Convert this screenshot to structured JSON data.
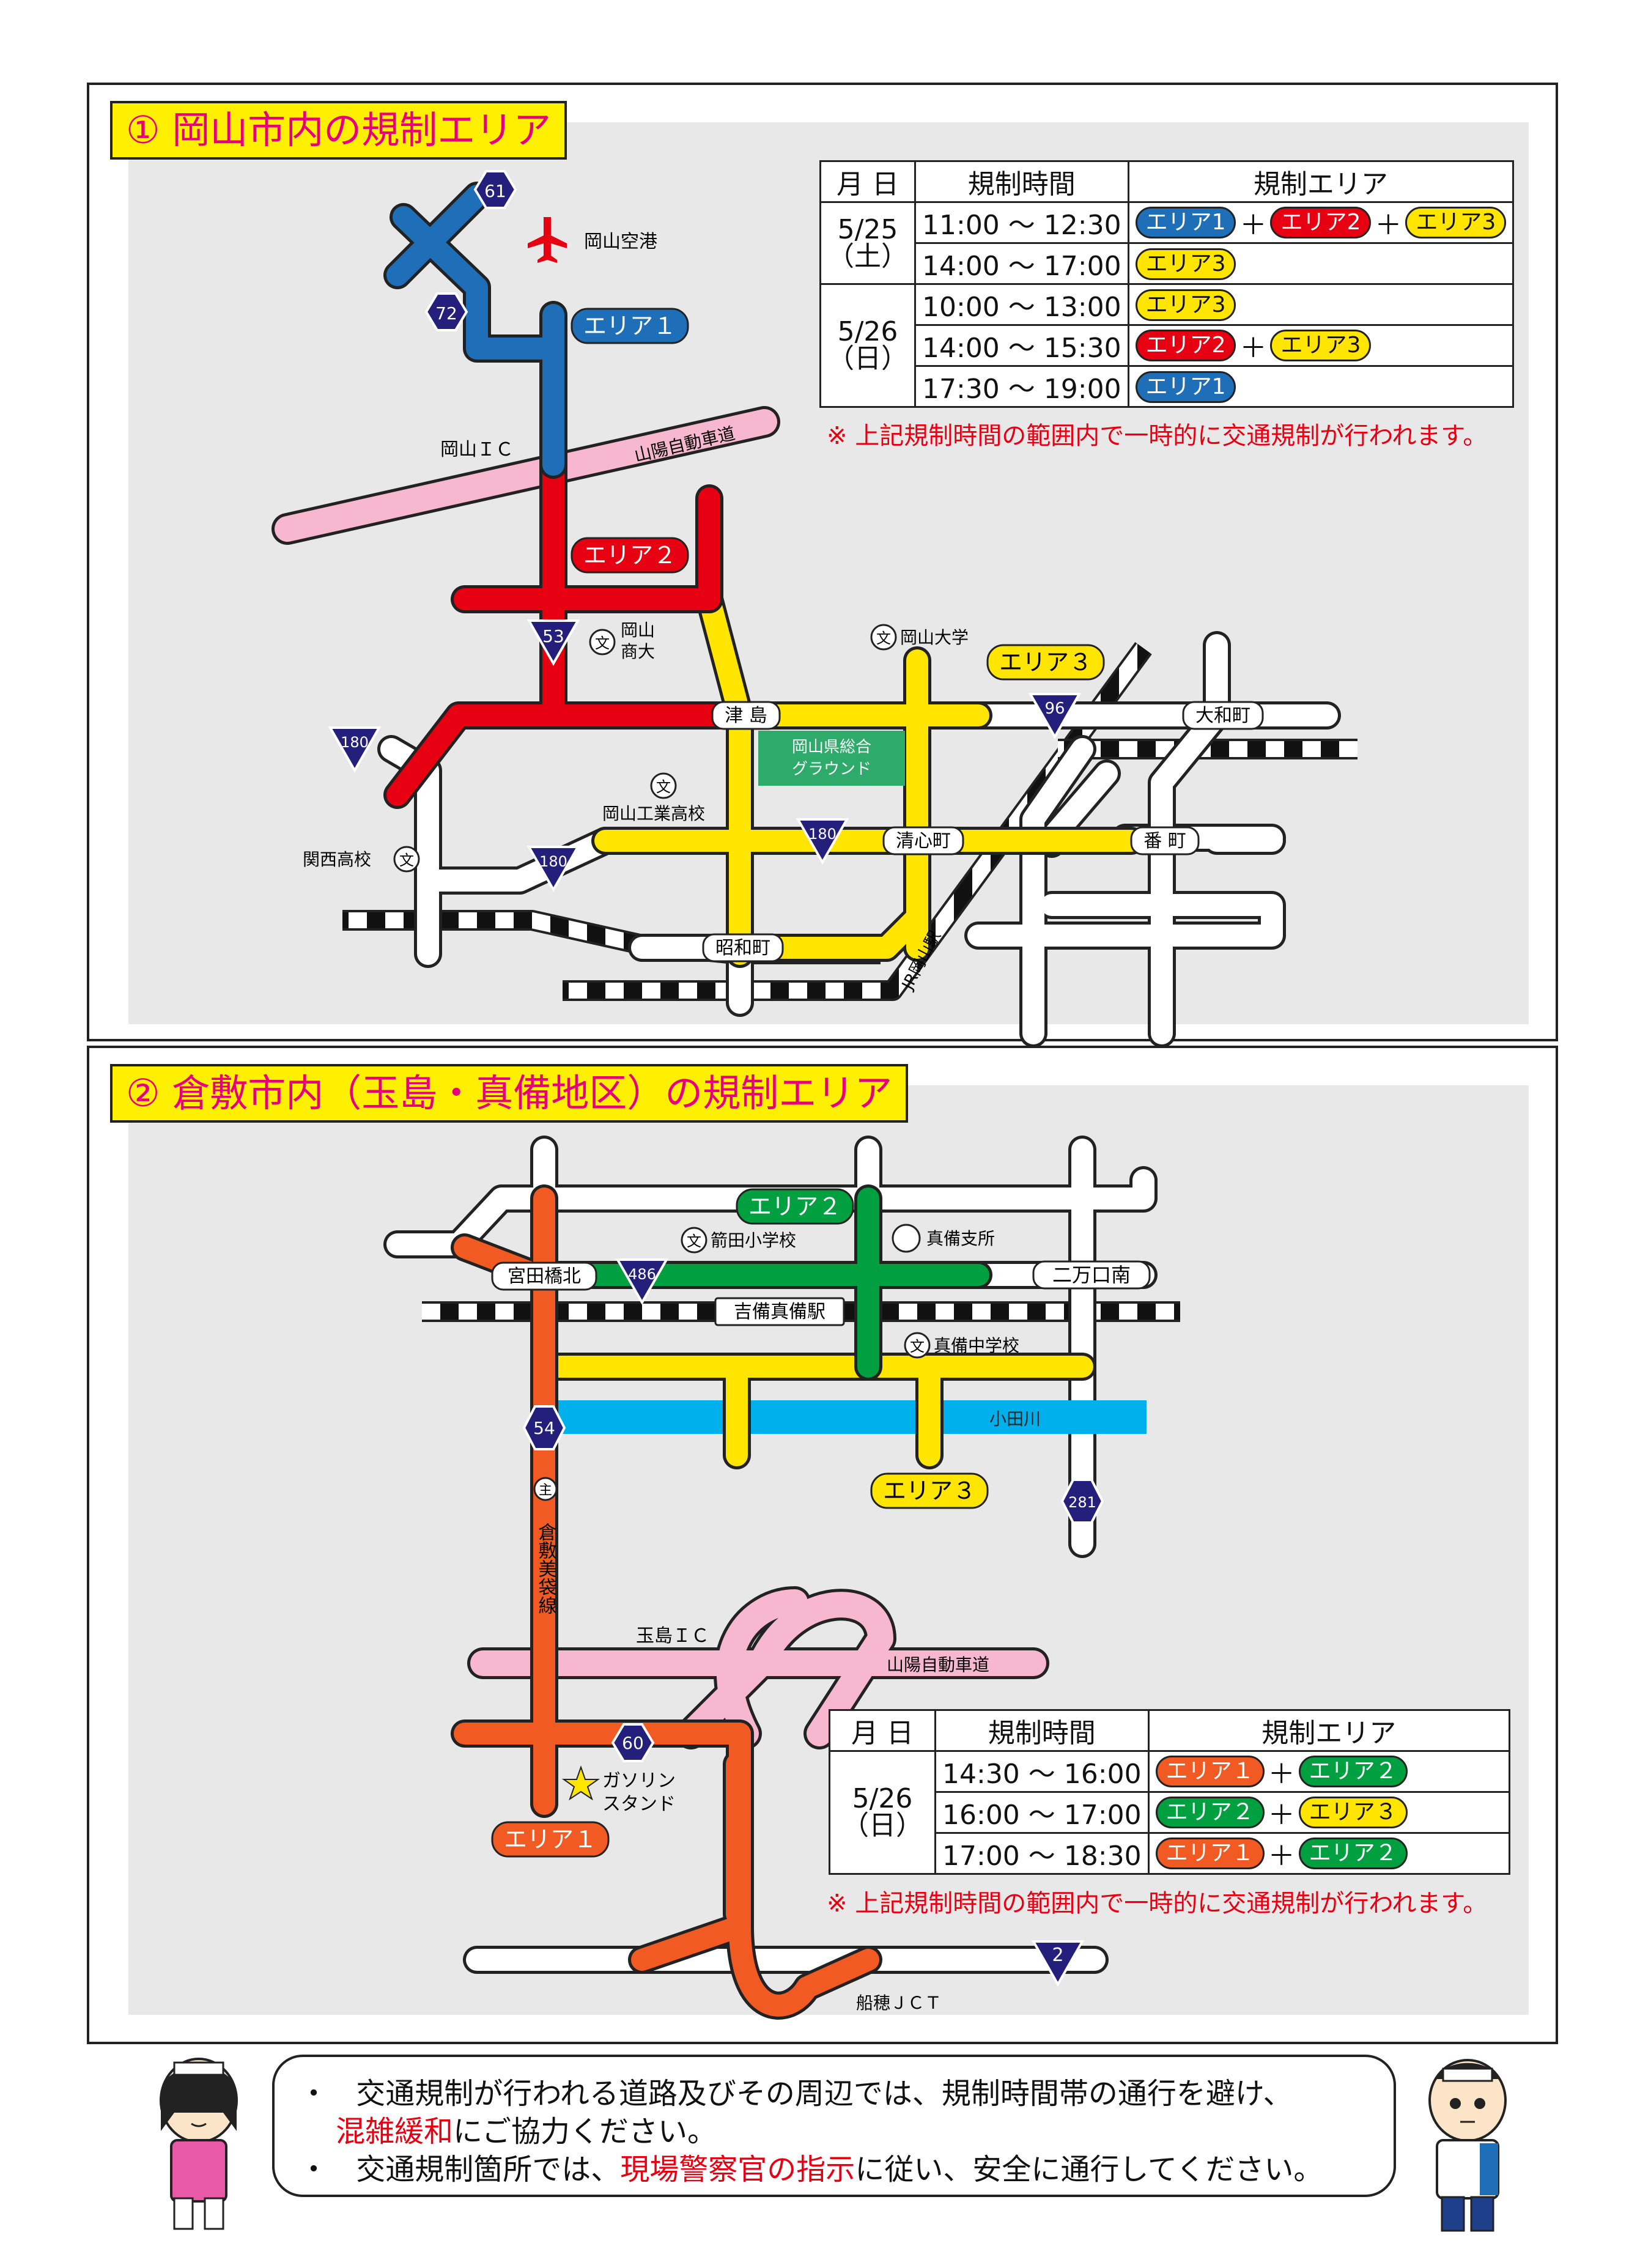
{
  "colors": {
    "area1_okayama": "#1f6fb8",
    "area2_okayama": "#e60012",
    "area3": "#ffe500",
    "area1_kurashiki": "#f15a22",
    "area2_kurashiki": "#00a040",
    "expressway": "#f7b7cf",
    "river": "#00b0ec",
    "route_sign": "#231f7a",
    "ground": "#2eaa6a"
  },
  "section1": {
    "title": "① 岡山市内の規制エリア",
    "table": {
      "headers": [
        "月 日",
        "規制時間",
        "規制エリア"
      ],
      "rows": [
        {
          "date": "5/25",
          "day": "（土）",
          "time": "11:00 ～ 12:30",
          "areas": [
            "エリア1",
            "エリア2",
            "エリア3"
          ]
        },
        {
          "date": "",
          "day": "",
          "time": "14:00 ～ 17:00",
          "areas": [
            "エリア3"
          ]
        },
        {
          "date": "5/26",
          "day": "（日）",
          "time": "10:00 ～ 13:00",
          "areas": [
            "エリア3"
          ]
        },
        {
          "date": "",
          "day": "",
          "time": "14:00 ～ 15:30",
          "areas": [
            "エリア2",
            "エリア3"
          ]
        },
        {
          "date": "",
          "day": "",
          "time": "17:30 ～ 19:00",
          "areas": [
            "エリア1"
          ]
        }
      ]
    },
    "note": "※ 上記規制時間の範囲内で一時的に交通規制が行われます。",
    "map": {
      "area1": "エリア１",
      "area2": "エリア２",
      "area3": "エリア３",
      "airport": "岡山空港",
      "okayama_ic": "岡山ＩＣ",
      "expressway": "山陽自動車道",
      "school_shoudai_1": "岡山",
      "school_shoudai_2": "商大",
      "school_univ": "岡山大学",
      "school_kogyo": "岡山工業高校",
      "school_kansai": "関西高校",
      "ground_1": "岡山県総合",
      "ground_2": "グラウンド",
      "tsushima": "津 島",
      "yamatocho": "大和町",
      "seishincho": "清心町",
      "bancho": "番 町",
      "showacho": "昭和町",
      "okayama_station": "JR岡山駅",
      "route_61": "61",
      "route_72": "72",
      "route_53": "53",
      "route_180a": "180",
      "route_180b": "180",
      "route_180c": "180",
      "route_96": "96",
      "school_mark": "文"
    }
  },
  "section2": {
    "title": "② 倉敷市内（玉島・真備地区）の規制エリア",
    "table": {
      "headers": [
        "月 日",
        "規制時間",
        "規制エリア"
      ],
      "rows": [
        {
          "date": "5/26",
          "day": "（日）",
          "time": "14:30 ～ 16:00",
          "areas": [
            "エリア１",
            "エリア２"
          ]
        },
        {
          "date": "",
          "day": "",
          "time": "16:00 ～ 17:00",
          "areas": [
            "エリア２",
            "エリア３"
          ]
        },
        {
          "date": "",
          "day": "",
          "time": "17:00 ～ 18:30",
          "areas": [
            "エリア１",
            "エリア２"
          ]
        }
      ]
    },
    "note": "※ 上記規制時間の範囲内で一時的に交通規制が行われます。",
    "map": {
      "area1": "エリア１",
      "area2": "エリア２",
      "area3": "エリア３",
      "miyatabashi": "宮田橋北",
      "mabi_station": "吉備真備駅",
      "nimanguchi": "二万口南",
      "school_maeda": "箭田小学校",
      "mabi_branch": "真備支所",
      "school_mabi": "真備中学校",
      "river": "小田川",
      "pref_road": "倉敷美袋線",
      "pref_mark": "主",
      "tamashima_ic": "玉島ＩＣ",
      "expressway": "山陽自動車道",
      "gas_1": "ガソリン",
      "gas_2": "スタンド",
      "funao_jct": "船穂ＪＣＴ",
      "route_486": "486",
      "route_54": "54",
      "route_281": "281",
      "route_60": "60",
      "route_2": "2",
      "school_mark": "文"
    }
  },
  "footer": {
    "bullet": "・",
    "line1": "交通規制が行われる道路及びその周辺では、規制時間帯の通行を避け、",
    "line2_red": "混雑緩和",
    "line2_rest": "にご協力ください。",
    "line3_start": "交通規制箇所では、",
    "line3_red": "現場警察官の指示",
    "line3_rest": "に従い、安全に通行してください。"
  }
}
